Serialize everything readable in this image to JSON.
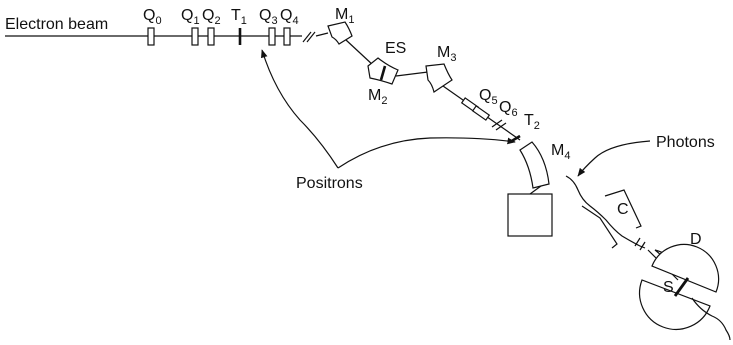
{
  "labels": {
    "electron_beam": "Electron beam",
    "q0": {
      "base": "Q",
      "sub": "0"
    },
    "q1": {
      "base": "Q",
      "sub": "1"
    },
    "q2": {
      "base": "Q",
      "sub": "2"
    },
    "t1": {
      "base": "T",
      "sub": "1"
    },
    "q3": {
      "base": "Q",
      "sub": "3"
    },
    "q4": {
      "base": "Q",
      "sub": "4"
    },
    "m1": {
      "base": "M",
      "sub": "1"
    },
    "es": "ES",
    "m2": {
      "base": "M",
      "sub": "2"
    },
    "m3": {
      "base": "M",
      "sub": "3"
    },
    "q5": {
      "base": "Q",
      "sub": "5"
    },
    "q6": {
      "base": "Q",
      "sub": "6"
    },
    "t2": {
      "base": "T",
      "sub": "2"
    },
    "m4": {
      "base": "M",
      "sub": "4"
    },
    "positrons": "Positrons",
    "photons": "Photons",
    "c": "C",
    "d": "D",
    "s": "S"
  }
}
